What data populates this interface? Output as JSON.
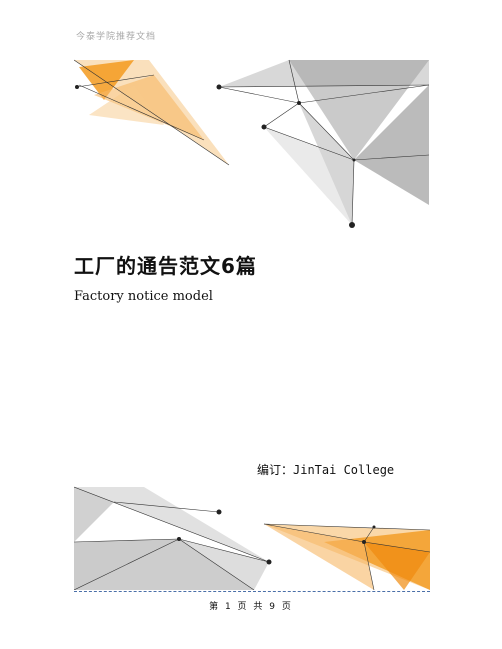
{
  "header": {
    "text": "今泰学院推荐文档"
  },
  "document": {
    "title": "工厂的通告范文6篇",
    "subtitle": "Factory notice model",
    "editor": "编订：JinTai  College"
  },
  "footer": {
    "page_text": "第 1 页 共 9 页"
  },
  "colors": {
    "orange": "#f39a1e",
    "light_orange": "#f8c27a",
    "gray": "#9a9a9a",
    "dark_gray": "#555555"
  }
}
